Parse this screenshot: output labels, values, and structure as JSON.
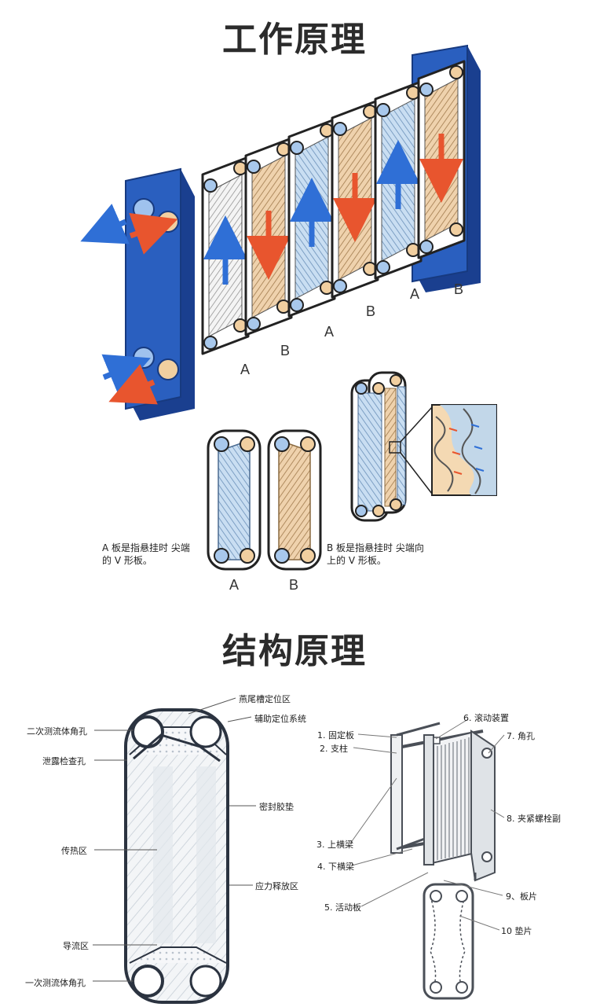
{
  "section1": {
    "title": "工作原理",
    "plate_letters": [
      "A",
      "B",
      "A",
      "B",
      "A",
      "B"
    ],
    "single_labels": [
      "A",
      "B"
    ],
    "caption_a": [
      "A 板是指悬挂时  尖端",
      "的 V 形板。"
    ],
    "caption_b": [
      "B 板是指悬挂时  尖端向",
      "上的  V 形板。"
    ]
  },
  "section2": {
    "title": "结构原理",
    "plate_labels": {
      "tail_slot": "燕尾槽定位区",
      "aux_position": "辅助定位系统",
      "secondary_port": "二次测流体角孔",
      "leak_check": "泄露检查孔",
      "gasket": "密封胶垫",
      "heat_zone": "传热区",
      "stress_release": "应力释放区",
      "guide_zone": "导流区",
      "primary_port": "一次测流体角孔"
    },
    "assembly_labels": {
      "fixed_plate": "1. 固定板",
      "column": "2. 支柱",
      "upper_beam": "3. 上横梁",
      "lower_beam": "4. 下横梁",
      "movable_plate": "5. 活动板",
      "roller": "6. 滚动装置",
      "port": "7. 角孔",
      "bolts": "8. 夹紧螺栓副",
      "plates": "9、板片",
      "gasket": "10 垫片"
    }
  },
  "colors": {
    "frame_blue": "#2a5fbf",
    "frame_blue_dark": "#1a3f8f",
    "hot": "#e8552e",
    "cold": "#2f6fd6",
    "plate_a": "#bcd6ee",
    "plate_b": "#e9c9a2"
  }
}
